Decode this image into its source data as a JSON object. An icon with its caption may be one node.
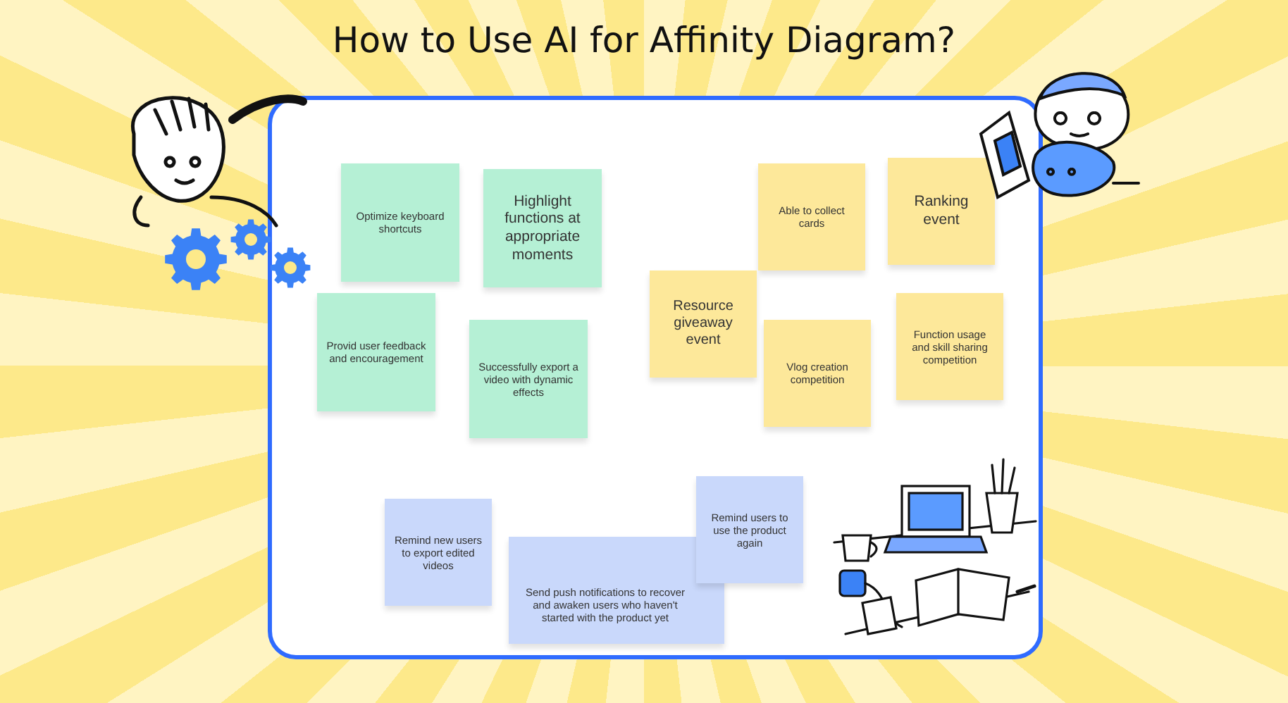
{
  "diagram": {
    "title": "How to Use AI for Affinity Diagram?",
    "nodes": [
      {
        "text": [
          "Optimize keyboard shortcuts"
        ]
      },
      {
        "text": [
          "Highlight functions at appropriate moments"
        ]
      },
      {
        "text": [
          "Provid user feedback and encouragement"
        ]
      },
      {
        "text": [
          "Successfully export a video with dynamic effects"
        ]
      },
      {
        "text": [
          "Able to collect cards"
        ]
      },
      {
        "text": [
          "Ranking event"
        ]
      },
      {
        "text": [
          "Resource giveaway event"
        ]
      },
      {
        "text": [
          "Vlog creation competition"
        ]
      },
      {
        "text": [
          "Function usage and skill sharing competition"
        ]
      },
      {
        "text": [
          "Remind new users to export edited videos"
        ]
      },
      {
        "text": [
          "Send push notifications to recover and awaken users who haven't started with the product yet"
        ]
      },
      {
        "text": [
          "Remind users to use the product again"
        ]
      }
    ]
  }
}
